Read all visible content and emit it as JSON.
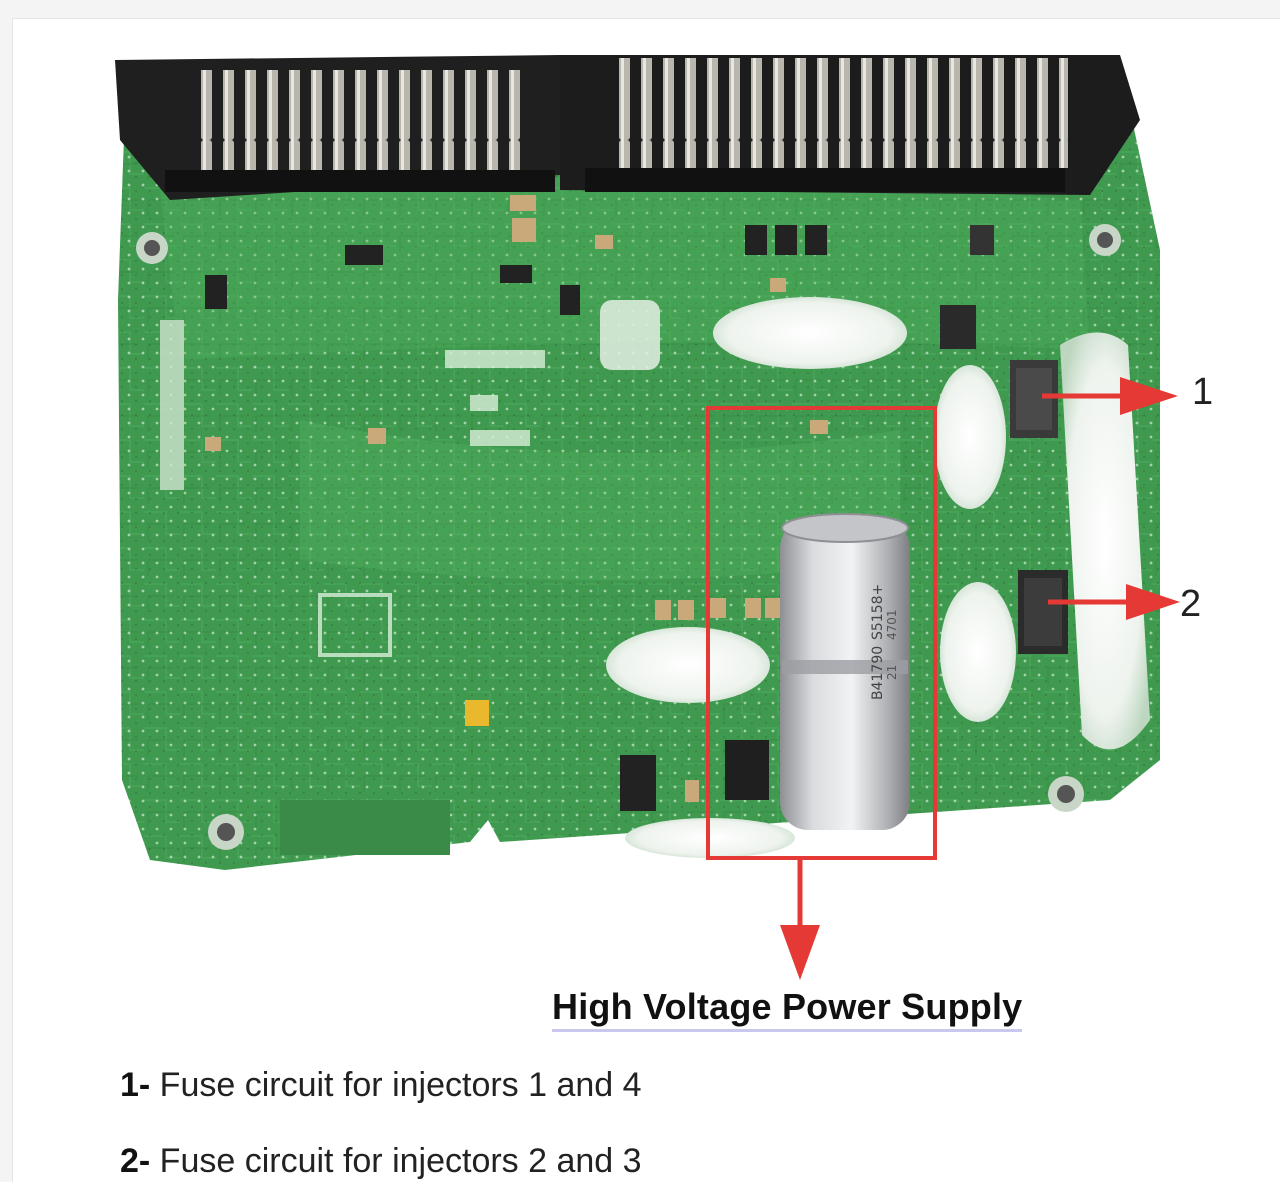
{
  "callouts": [
    {
      "id": "1",
      "label": "1"
    },
    {
      "id": "2",
      "label": "2"
    }
  ],
  "caption": "High Voltage Power Supply",
  "legend": [
    {
      "num": "1-",
      "text": " Fuse circuit for injectors 1 and 4"
    },
    {
      "num": "2-",
      "text": " Fuse circuit for injectors 2 and 3"
    }
  ],
  "capacitor_marking": [
    "B41790",
    "S5158+",
    "21",
    "4701"
  ],
  "colors": {
    "pcb_green": "#3f9a4f",
    "highlight_red": "#e53935",
    "arrow_red": "#e53935",
    "caption_underline": "#c9c7ee"
  }
}
